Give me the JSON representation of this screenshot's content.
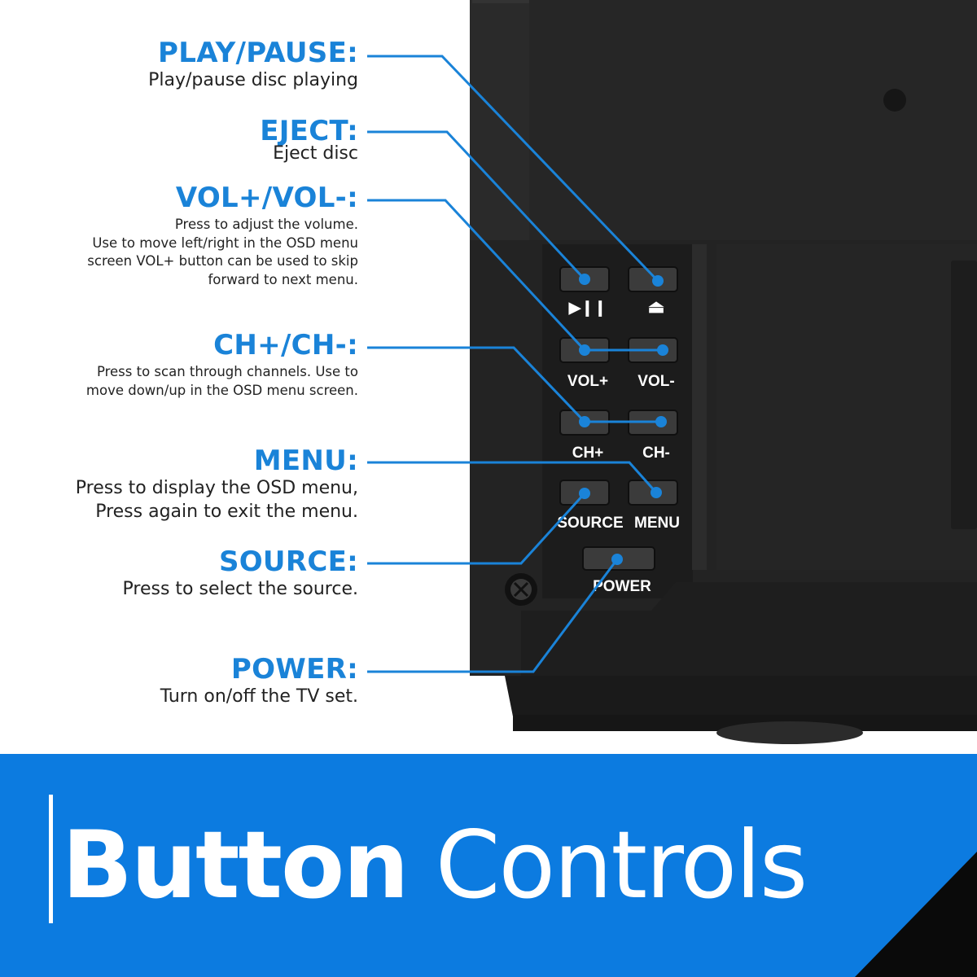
{
  "callouts": [
    {
      "title": "PLAY/PAUSE:",
      "desc": [
        "Play/pause disc playing"
      ]
    },
    {
      "title": "EJECT:",
      "desc": [
        "Eject disc"
      ]
    },
    {
      "title": "VOL+/VOL-:",
      "desc": [
        "Press to adjust the volume.",
        "Use to move left/right in the OSD menu",
        "screen VOL+ button can be used to skip",
        "forward to next menu."
      ]
    },
    {
      "title": "CH+/CH-:",
      "desc": [
        "Press to scan through channels. Use to",
        "move down/up in the OSD menu screen."
      ]
    },
    {
      "title": "MENU:",
      "desc": [
        "Press to display the OSD menu,",
        "Press again to exit the menu."
      ]
    },
    {
      "title": "SOURCE:",
      "desc": [
        "Press to select the source."
      ]
    },
    {
      "title": "POWER:",
      "desc": [
        "Turn on/off the TV set."
      ]
    }
  ],
  "panel_labels": {
    "play_pause": "▶❙❙",
    "eject": "⏏",
    "vol_plus": "VOL+",
    "vol_minus": "VOL-",
    "ch_plus": "CH+",
    "ch_minus": "CH-",
    "source": "SOURCE",
    "menu": "MENU",
    "power": "POWER"
  },
  "banner": {
    "bold": "Button",
    "light": "Controls"
  },
  "colors": {
    "accent": "#1a83d8",
    "banner": "#0c7be0",
    "device": "#262626",
    "text": "#222222"
  }
}
